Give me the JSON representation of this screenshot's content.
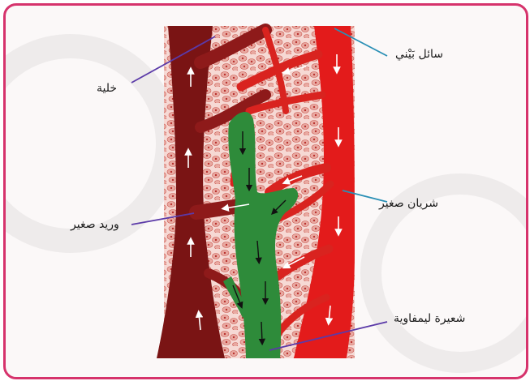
{
  "labels": {
    "interstitial_fluid": "سائل بَيْني",
    "cell": "خلية",
    "small_artery": "شريان صغير",
    "small_vein": "وريد صغير",
    "lymph_capillary": "شعيرة ليمفاوية"
  },
  "colors": {
    "border": "#d6336c",
    "artery": "#e31b1b",
    "vein": "#7a1414",
    "lymph": "#2e8b3a",
    "tissue": "#f6d9d4",
    "cell": "#e9a9a1",
    "nucleus": "#b8322f",
    "label_line_blue": "#2a8fb5",
    "label_line_purple": "#5b3aa8"
  }
}
